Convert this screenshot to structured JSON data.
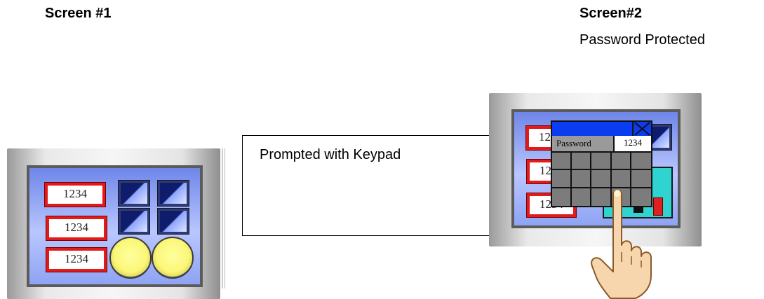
{
  "screen1": {
    "heading": "Screen #1",
    "fields": [
      "1234",
      "1234",
      "1234"
    ]
  },
  "screen2": {
    "heading": "Screen#2",
    "subtitle": "Password Protected",
    "fields": [
      "1234",
      "1234",
      "1234"
    ],
    "keypad": {
      "label": "Password",
      "value": "1234"
    }
  },
  "prompt": {
    "text": "Prompted with Keypad"
  },
  "icons": [
    "close-icon",
    "pointing-hand-icon"
  ],
  "colors": {
    "panel_border": "#5b5b5b",
    "panel_fill": "#8ea3f3",
    "field_border": "#e21a1a",
    "keypad_title": "#0a3cf0",
    "lamp": "#fbf77a",
    "indicator_teal": "#2fd3cf"
  }
}
